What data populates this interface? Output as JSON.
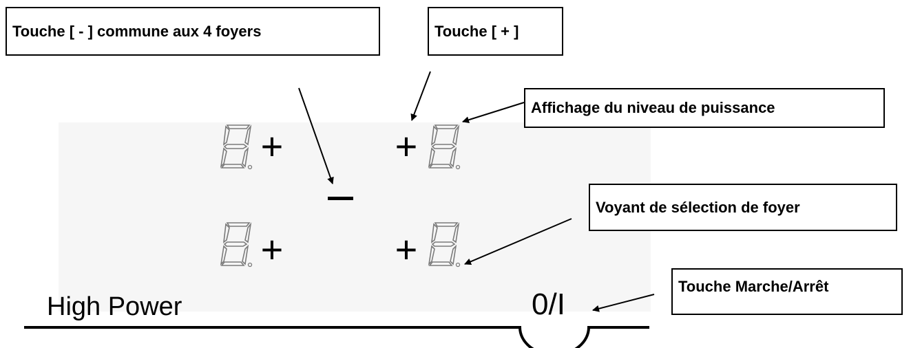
{
  "callouts": {
    "minus_key": "Touche [ - ] commune aux 4 foyers",
    "plus_key": "Touche [ + ]",
    "power_level_display": "Affichage du niveau de puissance",
    "zone_selection_led": "Voyant de sélection de foyer",
    "on_off_key": "Touche Marche/Arrêt"
  },
  "panel": {
    "brand_text": "High Power",
    "on_off_symbol": "0/I",
    "plus_symbol": "+",
    "zones": 4
  },
  "colors": {
    "ink": "#000000",
    "segment_outline": "#7a7a7a",
    "panel_background": "#f6f6f6",
    "page_background": "#ffffff"
  }
}
